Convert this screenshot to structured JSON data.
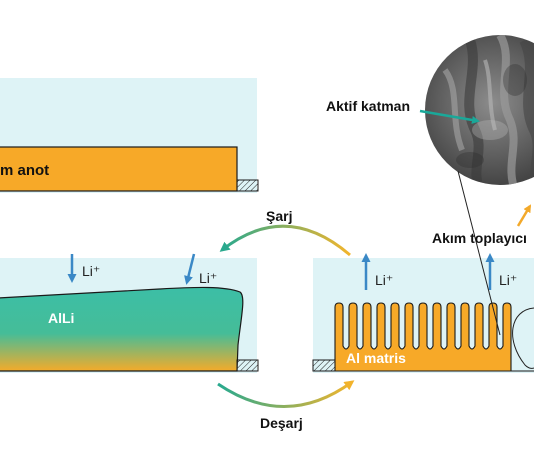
{
  "labels": {
    "anode": "m anot",
    "charge": "Şarj",
    "discharge": "Deşarj",
    "alli": "AlLi",
    "al_matrix": "Al matris",
    "active_layer": "Aktif katman",
    "current_collector": "Akım toplayıcı",
    "li_ion_1": "Li⁺",
    "li_ion_2": "Li⁺",
    "li_ion_3": "Li⁺",
    "li_ion_4": "Li⁺"
  },
  "colors": {
    "background_panel": "#def3f6",
    "aluminum": "#f7a928",
    "aluminum_edge": "#1a1a1a",
    "alli_top": "#3dbfa3",
    "alli_bottom": "#f3ab2c",
    "arrow_blue": "#3a88c6",
    "arrow_teal": "#1aa899",
    "charge_arrow_start": "#f2b32c",
    "charge_arrow_end": "#2fae8f",
    "micrograph": "#6b6b6b"
  }
}
